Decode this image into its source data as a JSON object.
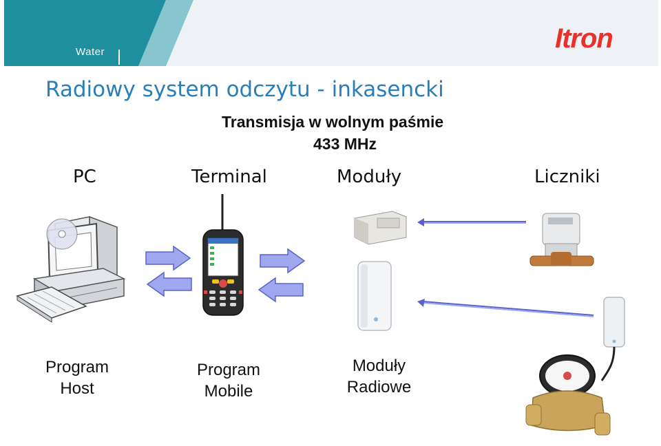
{
  "header": {
    "brand": "Water",
    "logo_text": "Itron",
    "teal_color": "#1f8e9e",
    "logo_color": "#e8312b"
  },
  "title": "Radiowy system odczytu - inkasencki",
  "subtitle": {
    "line1": "Transmisja w wolnym paśmie",
    "line2": "433 MHz"
  },
  "columns": {
    "pc": "PC",
    "terminal": "Terminal",
    "modules": "Moduły",
    "meters": "Liczniki"
  },
  "bottom_labels": {
    "host": {
      "line1": "Program",
      "line2": "Host"
    },
    "mobile": {
      "line1": "Program",
      "line2": "Mobile"
    },
    "radio": {
      "line1": "Moduły",
      "line2": "Radiowe"
    }
  },
  "colors": {
    "title": "#2a7fb8",
    "arrow_fill": "#9fa8ee",
    "arrow_stroke": "#5a63c8"
  }
}
